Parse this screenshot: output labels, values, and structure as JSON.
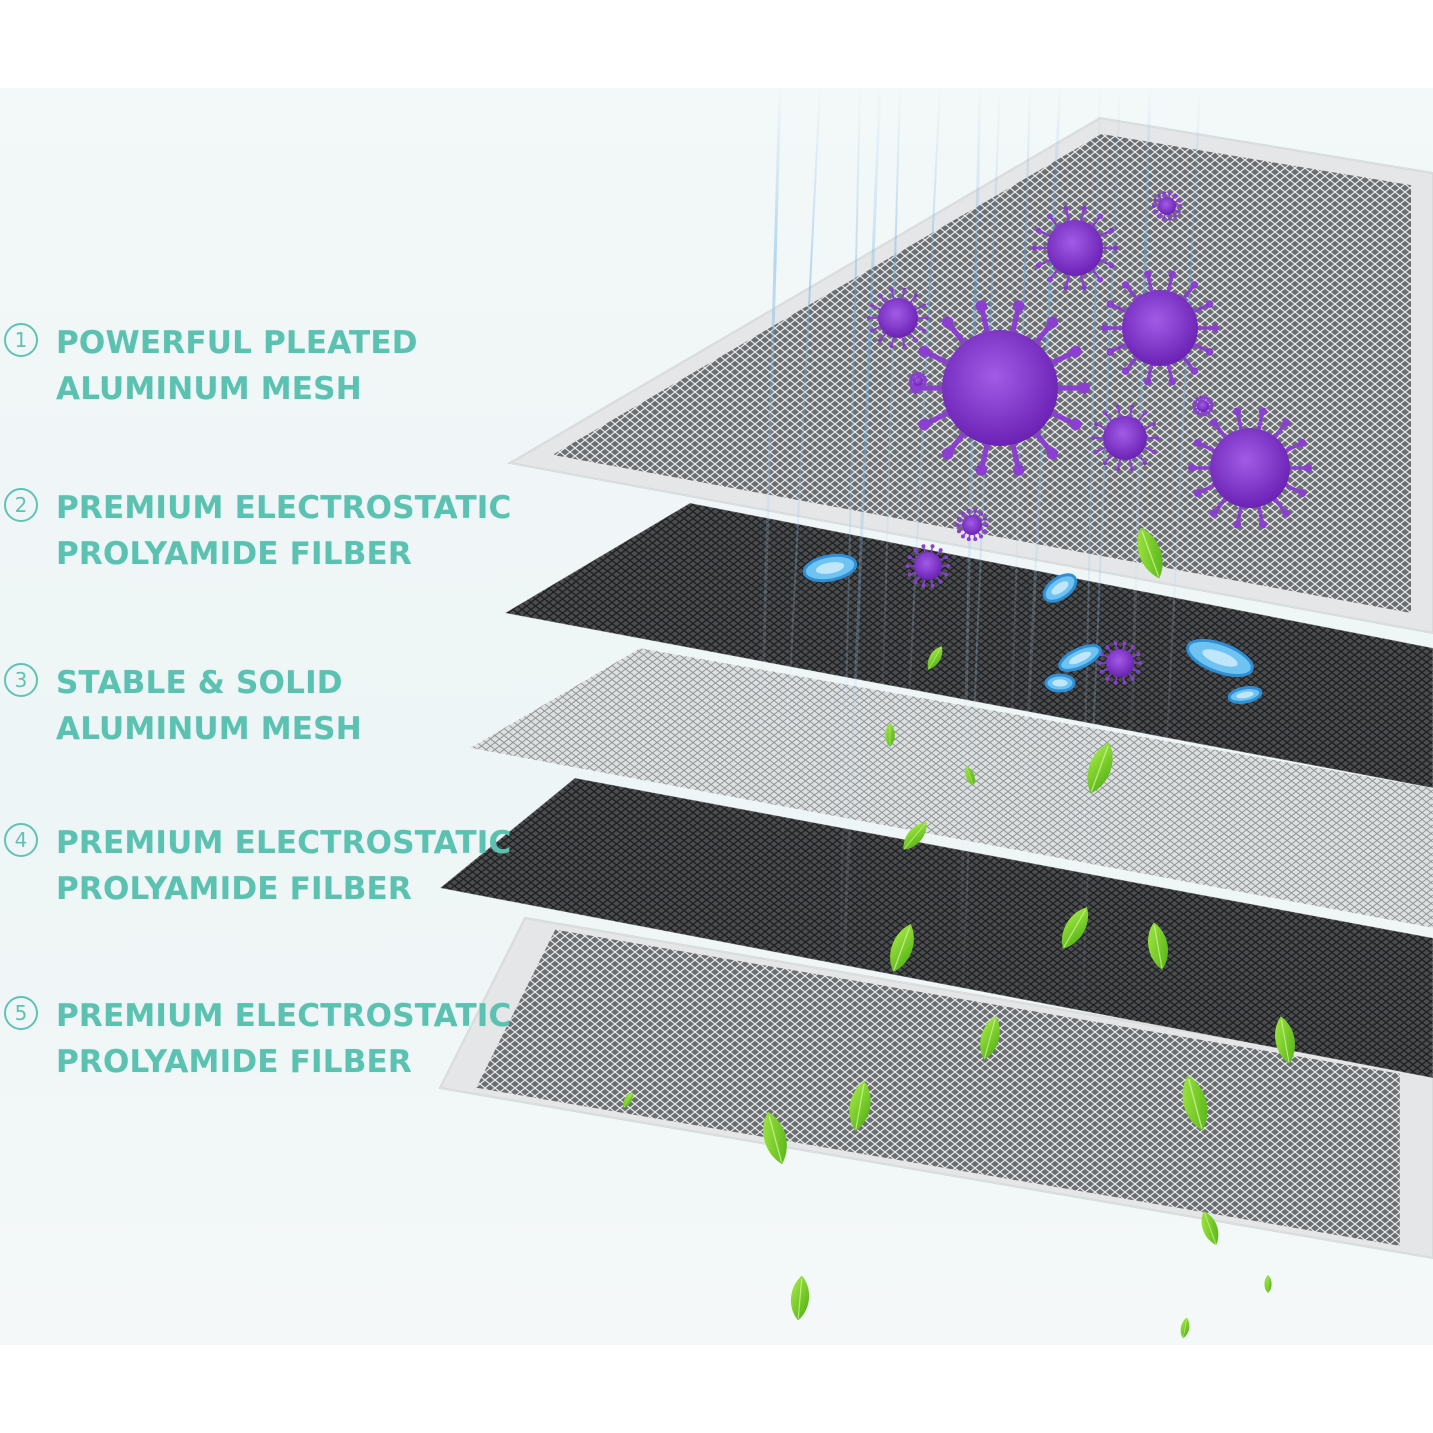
{
  "layers": [
    {
      "number": "1",
      "line1": "POWERFUL PLEATED",
      "line2": "ALUMINUM MESH"
    },
    {
      "number": "2",
      "line1": "PREMIUM ELECTROSTATIC",
      "line2": "PROLYAMIDE FILBER"
    },
    {
      "number": "3",
      "line1": "STABLE & SOLID",
      "line2": "ALUMINUM MESH"
    },
    {
      "number": "4",
      "line1": "PREMIUM ELECTROSTATIC",
      "line2": "PROLYAMIDE FILBER"
    },
    {
      "number": "5",
      "line1": "PREMIUM ELECTROSTATIC",
      "line2": "PROLYAMIDE FILBER"
    }
  ],
  "colors": {
    "accent_text": "#5bc2b2",
    "virus": "#8a3fd1",
    "leaf": "#7ed321",
    "air_stream": "#5aa9e6",
    "mesh_frame": "#e4e6e7",
    "mesh_dark": "#4a4d50"
  },
  "icons": [
    "virus-icon",
    "bacteria-icon",
    "leaf-icon",
    "air-stream"
  ]
}
